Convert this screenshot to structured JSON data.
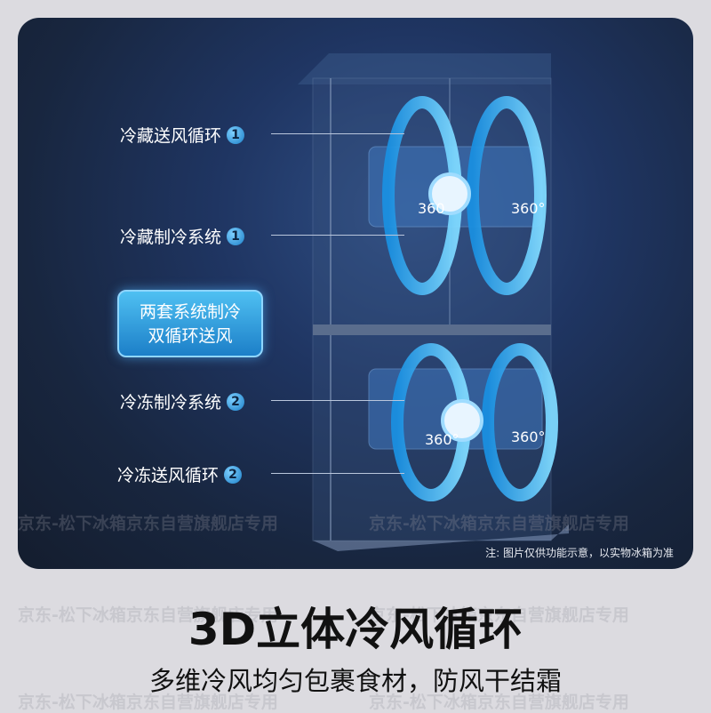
{
  "labels": [
    {
      "text": "冷藏送风循环",
      "num": "1"
    },
    {
      "text": "冷藏制冷系统",
      "num": "1"
    },
    {
      "text": "冷冻制冷系统",
      "num": "2"
    },
    {
      "text": "冷冻送风循环",
      "num": "2"
    }
  ],
  "highlight": {
    "line1": "两套系统制冷",
    "line2": "双循环送风"
  },
  "degrees": [
    "360",
    "360°",
    "360°",
    "360°"
  ],
  "note": "注: 图片仅供功能示意，以实物冰箱为准",
  "watermark": "京东-松下冰箱京东自营旗舰店专用",
  "title": "3D立体冷风循环",
  "subtitle": "多维冷风均匀包裹食材，防风干结霜",
  "colors": {
    "accent": "#2aa3ea",
    "background": "#dcdbe0",
    "card": "#1f3562"
  }
}
